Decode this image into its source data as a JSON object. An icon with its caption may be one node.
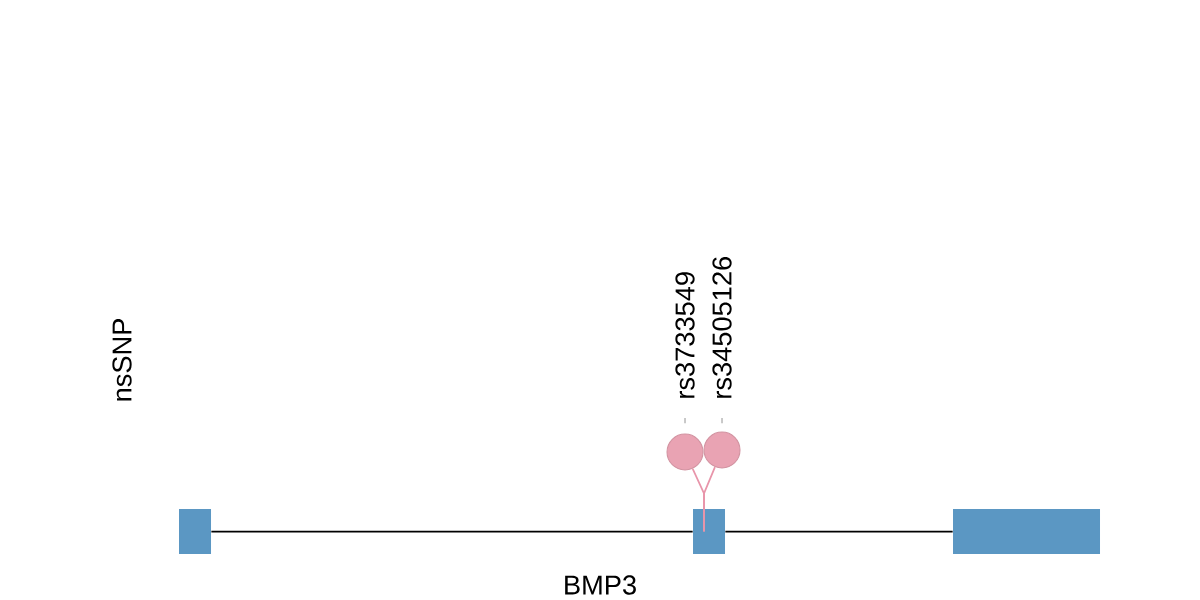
{
  "diagram": {
    "nodes": [
      {
        "text": [],
        "shape": "box"
      },
      {
        "text": [],
        "shape": "box"
      },
      {
        "text": [],
        "shape": "box"
      },
      {
        "text": [],
        "shape": "circle",
        "beside": [
          "rs3733549"
        ]
      },
      {
        "text": [],
        "shape": "circle",
        "beside": [
          "rs34505126"
        ]
      }
    ],
    "edges": [
      {
        "from": 0,
        "to": 1,
        "arrow": "none"
      },
      {
        "from": 1,
        "to": 2,
        "arrow": "none"
      },
      {
        "from": 1,
        "to": 3,
        "arrow": "none",
        "color": "#e895aa"
      },
      {
        "from": 1,
        "to": 4,
        "arrow": "none",
        "color": "#e895aa"
      }
    ],
    "labels": [
      "nsSNP",
      "BMP3"
    ]
  }
}
